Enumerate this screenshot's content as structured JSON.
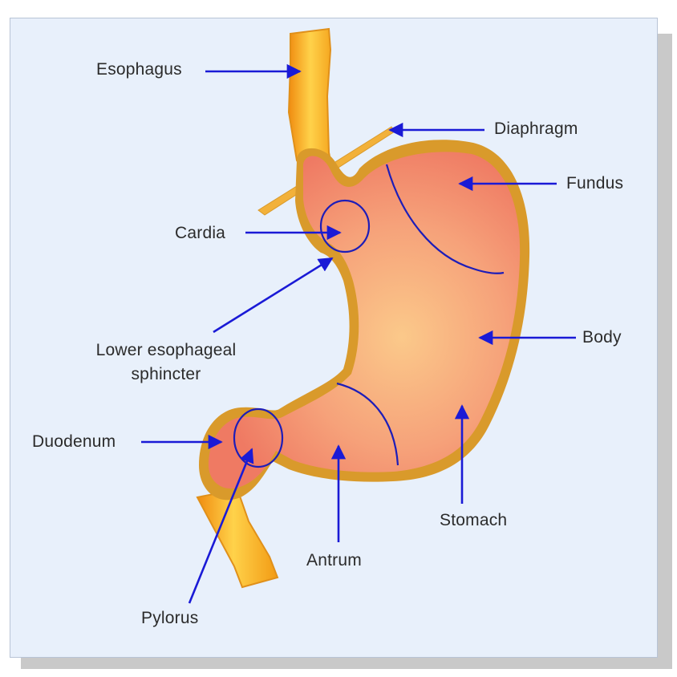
{
  "labels": {
    "esophagus": "Esophagus",
    "diaphragm": "Diaphragm",
    "fundus": "Fundus",
    "cardia": "Cardia",
    "les_line1": "Lower esophageal",
    "les_line2": "sphincter",
    "body": "Body",
    "duodenum": "Duodenum",
    "stomach": "Stomach",
    "antrum": "Antrum",
    "pylorus": "Pylorus"
  },
  "colors": {
    "panel_background": "#e8f0fb",
    "arrow": "#1a1ad6",
    "esophagus_fill": "#f7a81b",
    "stomach_fill": "#f38a6a",
    "stomach_wall": "#d99a2b",
    "region_lines": "#1d1db8"
  }
}
